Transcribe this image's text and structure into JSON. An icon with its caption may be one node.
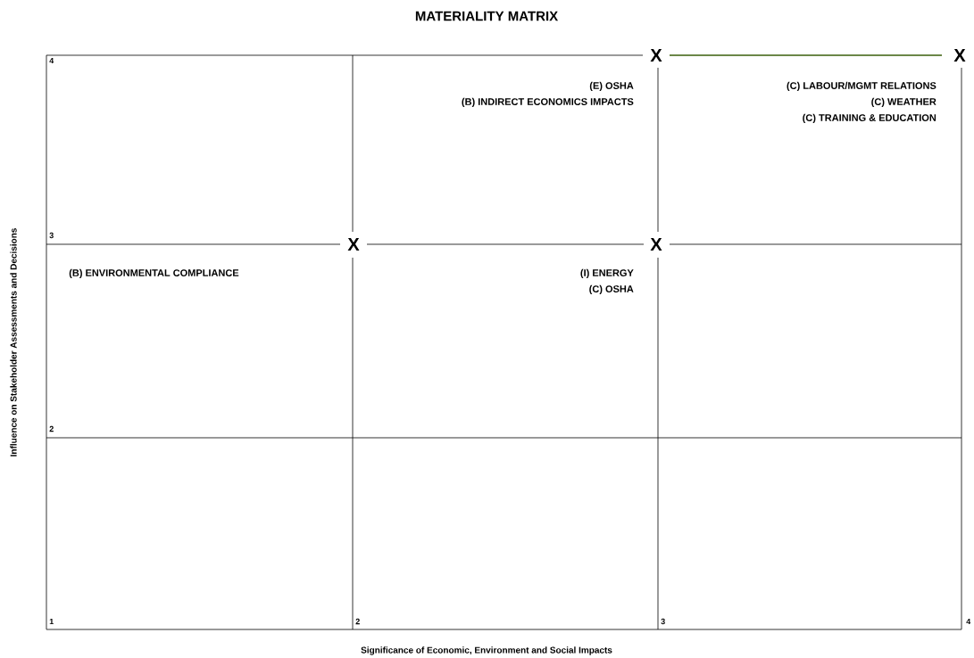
{
  "diagram": {
    "title": "MATERIALITY MATRIX",
    "labels": [
      "4",
      "X",
      "X",
      "(E) OSHA",
      "(B) INDIRECT ECONOMICS IMPACTS",
      "(C) LABOUR/MGMT RELATIONS",
      "(C) WEATHER",
      "(C) TRAINING & EDUCATION",
      "3",
      "X",
      "X",
      "(B) ENVIRONMENTAL COMPLIANCE",
      "(I) ENERGY",
      "(C) OSHA",
      "2",
      "1",
      "2",
      "3",
      "4",
      "Influence on Stakeholder Assessments and Decisions",
      "Significance of Economic, Environment and Social Impacts"
    ]
  }
}
